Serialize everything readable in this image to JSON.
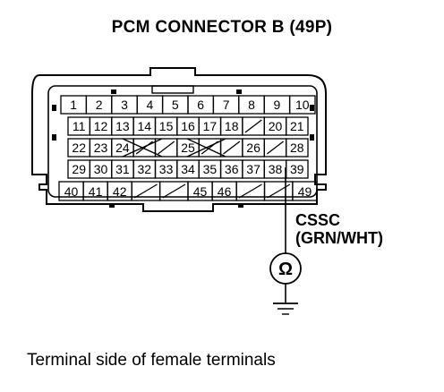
{
  "title": "PCM CONNECTOR B (49P)",
  "caption": "Terminal side of female terminals",
  "signal": {
    "name": "CSSC",
    "wire_color": "(GRN/WHT)"
  },
  "meter_symbol": "Ω",
  "connector": {
    "rows": [
      [
        "1",
        "2",
        "3",
        "4",
        "5",
        "6",
        "7",
        "8",
        "9",
        "10"
      ],
      [
        "11",
        "12",
        "13",
        "14",
        "15",
        "16",
        "17",
        "18",
        "",
        "20",
        "21"
      ],
      [
        "22",
        "23",
        "24",
        "",
        "",
        "25",
        "",
        "",
        "26",
        "",
        "28"
      ],
      [
        "29",
        "30",
        "31",
        "32",
        "33",
        "34",
        "35",
        "36",
        "37",
        "38",
        "39"
      ],
      [
        "40",
        "41",
        "42",
        "",
        "",
        "45",
        "46",
        "",
        "",
        "49"
      ]
    ],
    "highlight_terminal": "39"
  }
}
